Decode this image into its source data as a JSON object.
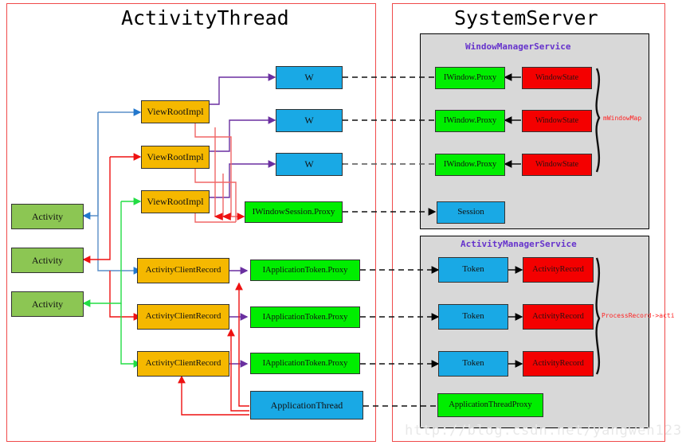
{
  "diagram": {
    "title_left": "ActivityThread",
    "title_right": "SystemServer",
    "watermark": "http://blog.csdn.net/yangwen123",
    "colors": {
      "panel_border": "#f04a4a",
      "inner_panel": "#d8d8d8",
      "orange": "#f5b800",
      "green": "#8cc653",
      "blue": "#19a9e5",
      "lime": "#00ee00",
      "red": "#f40000",
      "subtitle": "#6633cc",
      "brace_label": "#ff2222"
    }
  },
  "left_panel": {
    "title": "ActivityThread",
    "activities": [
      {
        "label": "Activity"
      },
      {
        "label": "Activity"
      },
      {
        "label": "Activity"
      }
    ],
    "view_roots": [
      {
        "label": "ViewRootImpl"
      },
      {
        "label": "ViewRootImpl"
      },
      {
        "label": "ViewRootImpl"
      }
    ],
    "w_boxes": [
      {
        "label": "W"
      },
      {
        "label": "W"
      },
      {
        "label": "W"
      }
    ],
    "session_proxy": {
      "label": "IWindowSession.Proxy"
    },
    "client_records": [
      {
        "label": "ActivityClientRecord"
      },
      {
        "label": "ActivityClientRecord"
      },
      {
        "label": "ActivityClientRecord"
      }
    ],
    "token_proxies": [
      {
        "label": "IApplicationToken.Proxy"
      },
      {
        "label": "IApplicationToken.Proxy"
      },
      {
        "label": "IApplicationToken.Proxy"
      }
    ],
    "application_thread": {
      "label": "ApplicationThread"
    }
  },
  "right_panel": {
    "title": "SystemServer",
    "window_manager_service": {
      "title": "WindowManagerService",
      "window_proxies": [
        {
          "label": "IWindow.Proxy"
        },
        {
          "label": "IWindow.Proxy"
        },
        {
          "label": "IWindow.Proxy"
        }
      ],
      "window_states": [
        {
          "label": "WindowState"
        },
        {
          "label": "WindowState"
        },
        {
          "label": "WindowState"
        }
      ],
      "session": {
        "label": "Session"
      },
      "brace_label": "mWindowMap"
    },
    "activity_manager_service": {
      "title": "ActivityManagerService",
      "tokens": [
        {
          "label": "Token"
        },
        {
          "label": "Token"
        },
        {
          "label": "Token"
        }
      ],
      "activity_records": [
        {
          "label": "ActivityRecord"
        },
        {
          "label": "ActivityRecord"
        },
        {
          "label": "ActivityRecord"
        }
      ],
      "application_thread_proxy": {
        "label": "ApplicationThreadProxy"
      },
      "brace_label": "ProcessRecord->acti"
    }
  }
}
